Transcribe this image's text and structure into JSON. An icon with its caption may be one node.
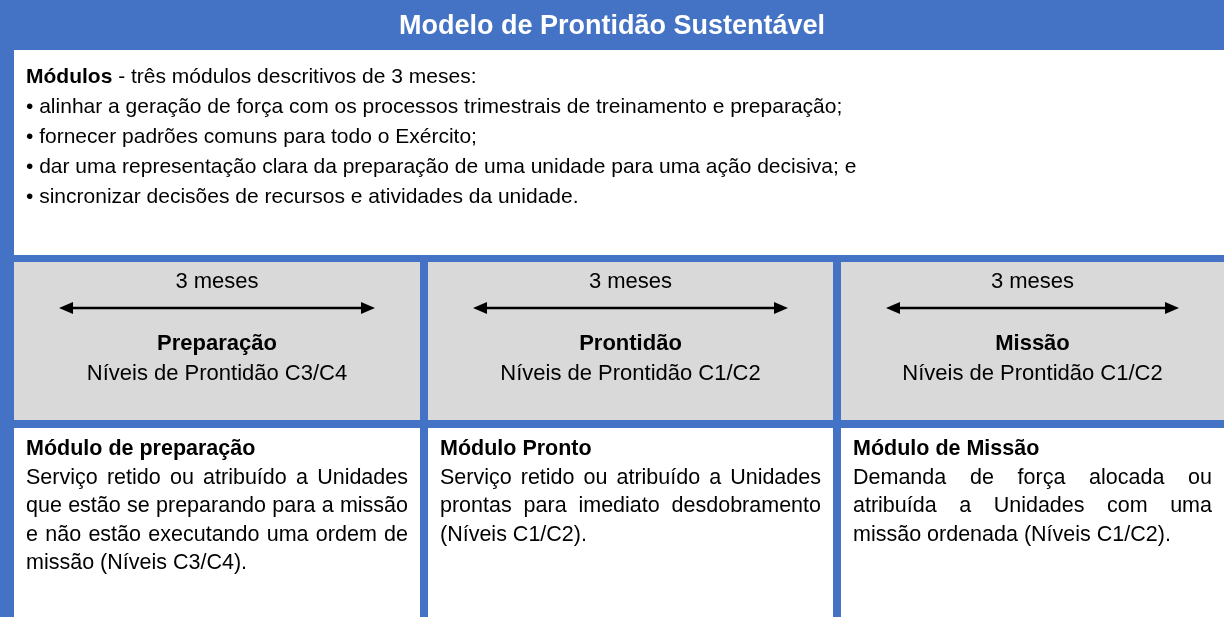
{
  "diagram": {
    "title": "Modelo de Prontidão Sustentável",
    "nodes": [
      {
        "text": [
          "**Módulos** - três módulos descritivos de 3 meses:",
          "• alinhar a geração de força com os processos trimestrais de treinamento e preparação;",
          "• fornecer padrões comuns para todo o Exército;",
          "• dar uma representação clara da preparação de uma unidade para uma ação decisiva; e",
          "• sincronizar decisões de recursos e atividades da unidade."
        ]
      },
      {
        "text": [
          "3 meses",
          "Preparação",
          "Níveis de Prontidão C3/C4"
        ]
      },
      {
        "text": [
          "3 meses",
          "Prontidão",
          "Níveis de Prontidão C1/C2"
        ]
      },
      {
        "text": [
          "3 meses",
          "Missão",
          "Níveis de Prontidão C1/C2"
        ]
      },
      {
        "text": [
          "Módulo de preparação",
          "Serviço retido ou atribuído a Unidades que estão se preparando para a missão e não estão executando uma ordem de missão (Níveis C3/C4)."
        ]
      },
      {
        "text": [
          "Módulo Pronto",
          "Serviço retido ou atribuído a Unidades prontas para imediato desdobramento (Níveis C1/C2)."
        ]
      },
      {
        "text": [
          "Módulo de Missão",
          "Demanda de força alocada ou atribuída a Unidades com uma missão ordenada (Níveis C1/C2)."
        ]
      }
    ],
    "edges": []
  }
}
